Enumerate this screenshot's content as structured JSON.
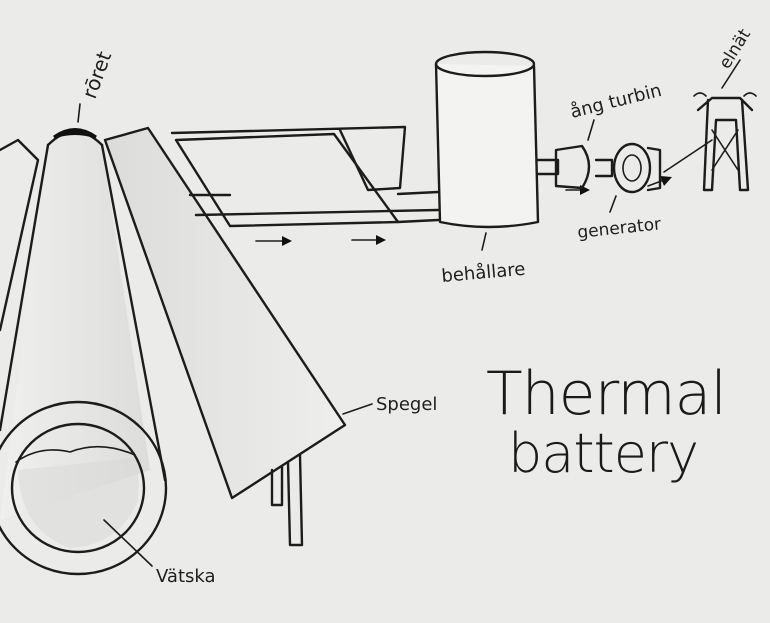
{
  "labels": {
    "roret": "rōret",
    "ang_turbin": "ång turbin",
    "elnat": "elnät",
    "generator": "generator",
    "behallare": "behållare",
    "spegel": "Spegel",
    "vatska": "Vätska"
  },
  "title": {
    "line1": "Thermal",
    "line2": "battery"
  }
}
